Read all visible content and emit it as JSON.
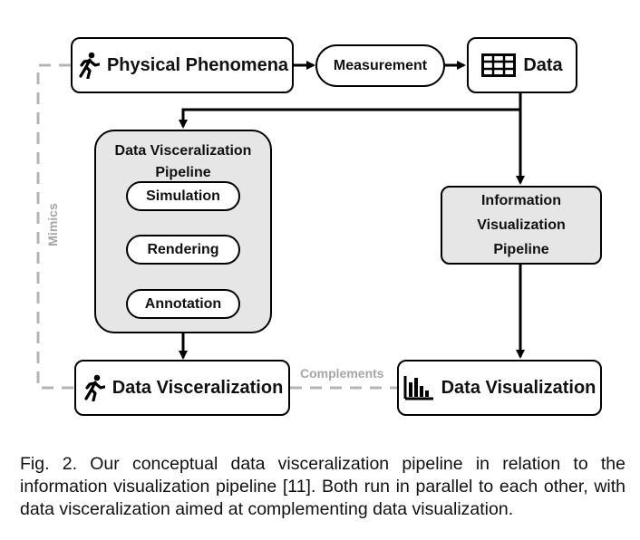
{
  "nodes": {
    "physical_phenomena": "Physical Phenomena",
    "measurement": "Measurement",
    "data": "Data",
    "visceralization_pipeline": [
      "Data Visceralization",
      "Pipeline"
    ],
    "simulation": "Simulation",
    "rendering": "Rendering",
    "annotation": "Annotation",
    "infovis_pipeline": [
      "Information",
      "Visualization",
      "Pipeline"
    ],
    "data_visceralization": "Data Visceralization",
    "data_visualization": "Data Visualization"
  },
  "edge_labels": {
    "mimics": "Mimics",
    "complements": "Complements"
  },
  "icons": {
    "physical_phenomena": "running-person-icon",
    "data": "table-grid-icon",
    "data_visceralization": "running-person-icon",
    "data_visualization": "bar-chart-icon"
  },
  "colors": {
    "pipeline_fill": "#e6e6e6",
    "dashed_link": "#b5b5b5"
  },
  "caption": "Fig. 2.  Our conceptual data visceralization pipeline in relation to the information visualization pipeline [11]. Both run in parallel to each other, with data visceralization aimed at complementing data visualization."
}
